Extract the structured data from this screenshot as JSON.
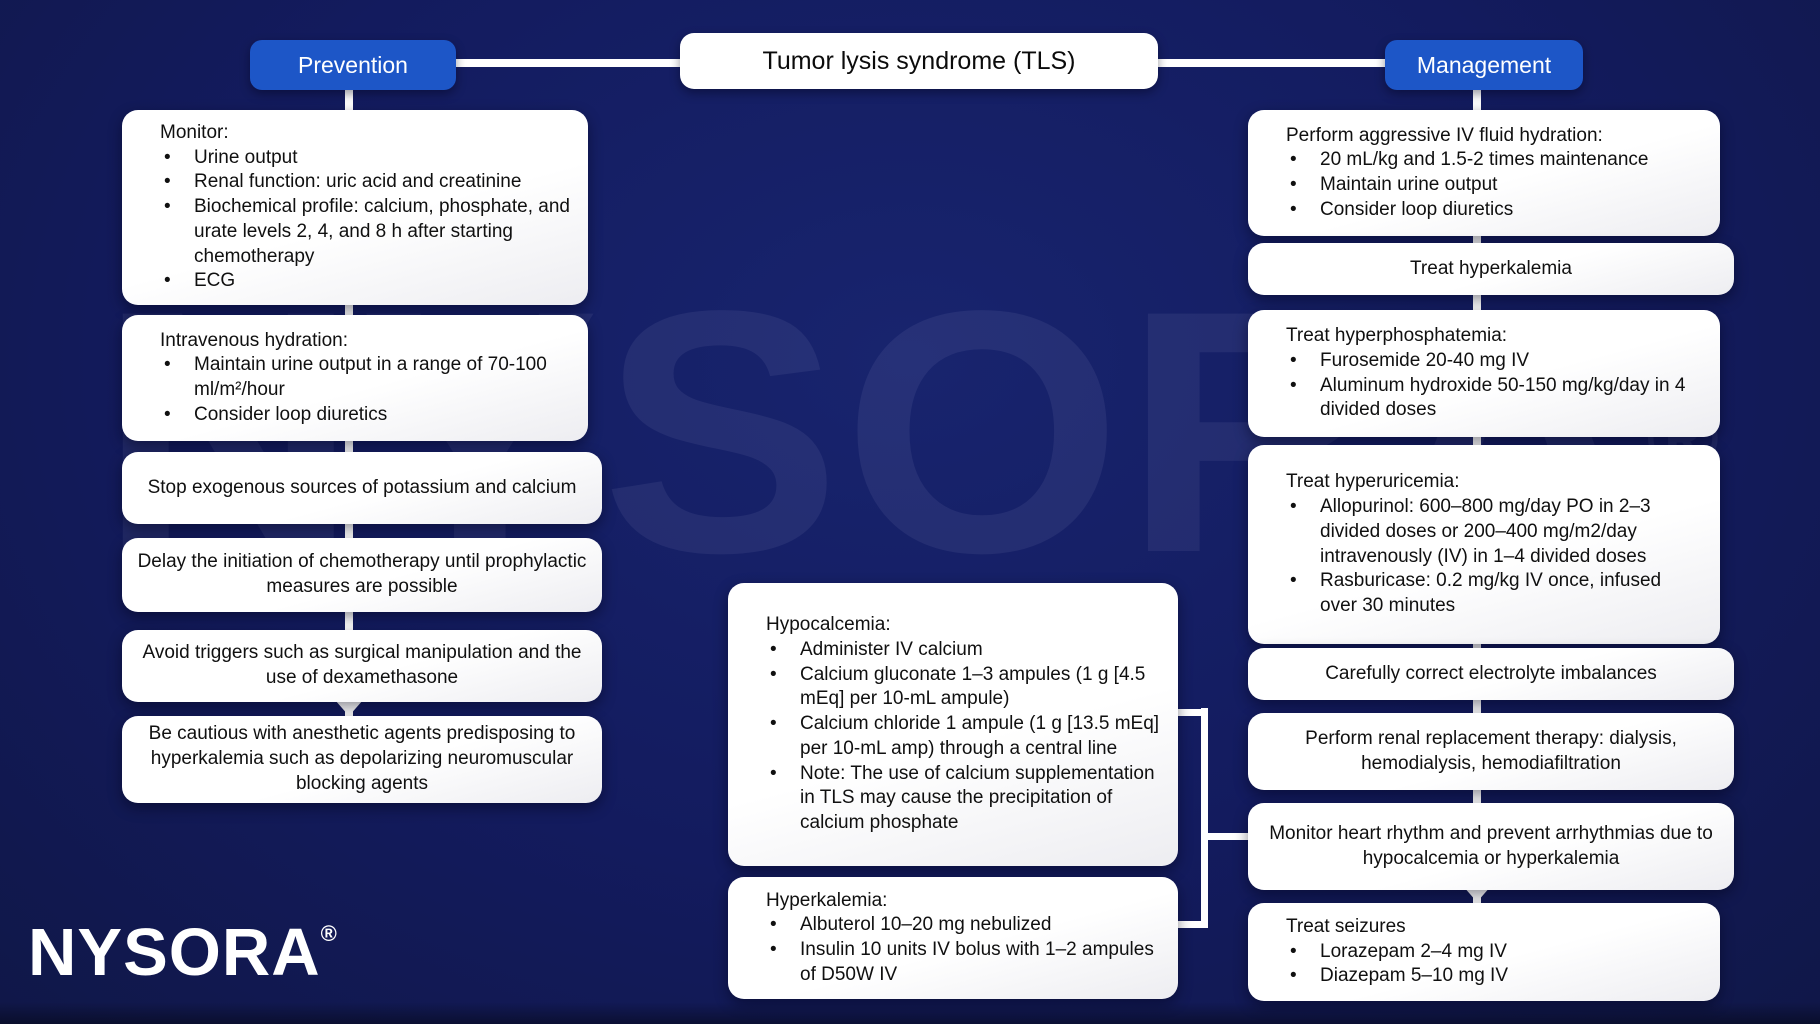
{
  "header": {
    "prevention_label": "Prevention",
    "title": "Tumor lysis syndrome (TLS)",
    "management_label": "Management"
  },
  "prevention": {
    "monitor": {
      "title": "Monitor:",
      "bullets": [
        "Urine output",
        "Renal function: uric acid and creatinine",
        "Biochemical profile: calcium, phosphate, and urate levels 2, 4, and 8 h after starting chemotherapy",
        "ECG"
      ]
    },
    "iv_hydration": {
      "title": "Intravenous hydration:",
      "bullets": [
        "Maintain urine output in a range of 70-100 ml/m²/hour",
        "Consider loop diuretics"
      ]
    },
    "stop_exogenous": {
      "text": "Stop exogenous sources of potassium and calcium"
    },
    "delay_chemo": {
      "text": "Delay the initiation of chemotherapy until prophylactic measures are possible"
    },
    "avoid_triggers": {
      "text": "Avoid triggers such as surgical manipulation and the use of dexamethasone"
    },
    "be_cautious": {
      "text": "Be cautious with anesthetic agents predisposing to hyperkalemia such as depolarizing neuromuscular blocking agents"
    }
  },
  "center": {
    "hypocalcemia": {
      "title": "Hypocalcemia:",
      "bullets": [
        "Administer IV calcium",
        "Calcium gluconate 1–3 ampules (1 g [4.5 mEq] per 10-mL ampule)",
        "Calcium chloride 1 ampule (1 g [13.5 mEq] per 10-mL amp) through a central line",
        "Note: The use of calcium supplementation in TLS may cause the precipitation of calcium phosphate"
      ]
    },
    "hyperkalemia": {
      "title": "Hyperkalemia:",
      "bullets": [
        "Albuterol 10–20 mg nebulized",
        "Insulin 10 units IV bolus with 1–2 ampules of D50W IV"
      ]
    }
  },
  "management": {
    "iv_fluid": {
      "title": "Perform aggressive IV fluid hydration:",
      "bullets": [
        "20 mL/kg and 1.5-2 times maintenance",
        "Maintain urine output",
        "Consider loop diuretics"
      ]
    },
    "treat_hyperkalemia": {
      "text": "Treat hyperkalemia"
    },
    "treat_hyperphosphatemia": {
      "title": "Treat hyperphosphatemia:",
      "bullets": [
        "Furosemide 20-40 mg IV",
        "Aluminum hydroxide 50-150 mg/kg/day in 4 divided doses"
      ]
    },
    "treat_hyperuricemia": {
      "title": "Treat hyperuricemia:",
      "bullets": [
        "Allopurinol: 600–800 mg/day PO in 2–3 divided doses or 200–400 mg/m2/day intravenously (IV) in 1–4 divided doses",
        "Rasburicase: 0.2 mg/kg IV once, infused over 30 minutes"
      ]
    },
    "correct_electrolytes": {
      "text": "Carefully correct electrolyte imbalances"
    },
    "renal_replacement": {
      "text": "Perform renal replacement therapy: dialysis, hemodialysis, hemodiafiltration"
    },
    "monitor_heart": {
      "text": "Monitor heart rhythm and prevent arrhythmias due to hypocalcemia or hyperkalemia"
    },
    "treat_seizures": {
      "title": "Treat seizures",
      "bullets": [
        "Lorazepam 2–4 mg IV",
        "Diazepam 5–10 mg IV"
      ]
    }
  },
  "branding": {
    "logo_text": "NYSORA",
    "registered_mark": "®",
    "watermark_text": "NYSORA"
  },
  "colors": {
    "background_navy": "#131b5e",
    "accent_blue": "#1d56c7",
    "box_white": "#ffffff",
    "text_black": "#101010",
    "connector_white": "#ffffff"
  }
}
